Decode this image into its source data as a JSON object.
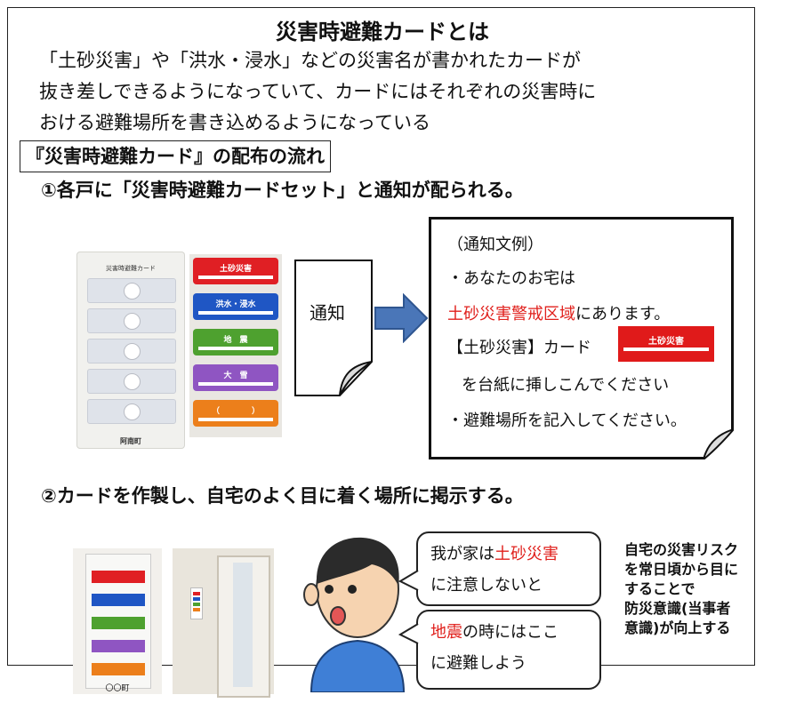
{
  "title": "災害時避難カードとは",
  "intro": [
    "「土砂災害」や「洪水・浸水」などの災害名が書かれたカードが",
    "抜き差しできるようになっていて、カードにはそれぞれの災害時に",
    "おける避難場所を書き込めるようになっている"
  ],
  "section_title": "『災害時避難カード』の配布の流れ",
  "step1": "①各戸に「災害時避難カードセット」と通知が配られる。",
  "holder": {
    "label": "災害時避難カード",
    "town": "阿南町"
  },
  "cards": [
    {
      "label": "土砂災害",
      "color": "#e01f24"
    },
    {
      "label": "洪水・浸水",
      "color": "#1f56c4"
    },
    {
      "label": "地　震",
      "color": "#4ea12f"
    },
    {
      "label": "大　雪",
      "color": "#8f55c2"
    },
    {
      "label": "（　　　　）",
      "color": "#ec7f1b"
    }
  ],
  "paper_label": "通知",
  "notice": {
    "heading": "（通知文例）",
    "line1": "・あなたのお宅は",
    "line2_red": "土砂災害警戒区域",
    "line2_rest": "にあります。",
    "line3": "【土砂災害】カード",
    "card_label": "土砂災害",
    "line4": "を台紙に挿しこんでください",
    "line5": "・避難場所を記入してください。"
  },
  "step2": "②カードを作製し、自宅のよく目に着く場所に掲示する。",
  "photo_caption": "〇〇町",
  "bubble1": {
    "pre": "我が家は",
    "red": "土砂災害",
    "line2": "に注意しないと"
  },
  "bubble2": {
    "red": "地震",
    "rest": "の時にはここ",
    "line2": "に避難しよう"
  },
  "side_note": [
    "自宅の災害リスク",
    "を常日頃から目に",
    "することで",
    "防災意識(当事者",
    "意識)が向上する"
  ],
  "colors": {
    "accent_red": "#e0201c",
    "arrow_blue": "#4a76b8"
  }
}
